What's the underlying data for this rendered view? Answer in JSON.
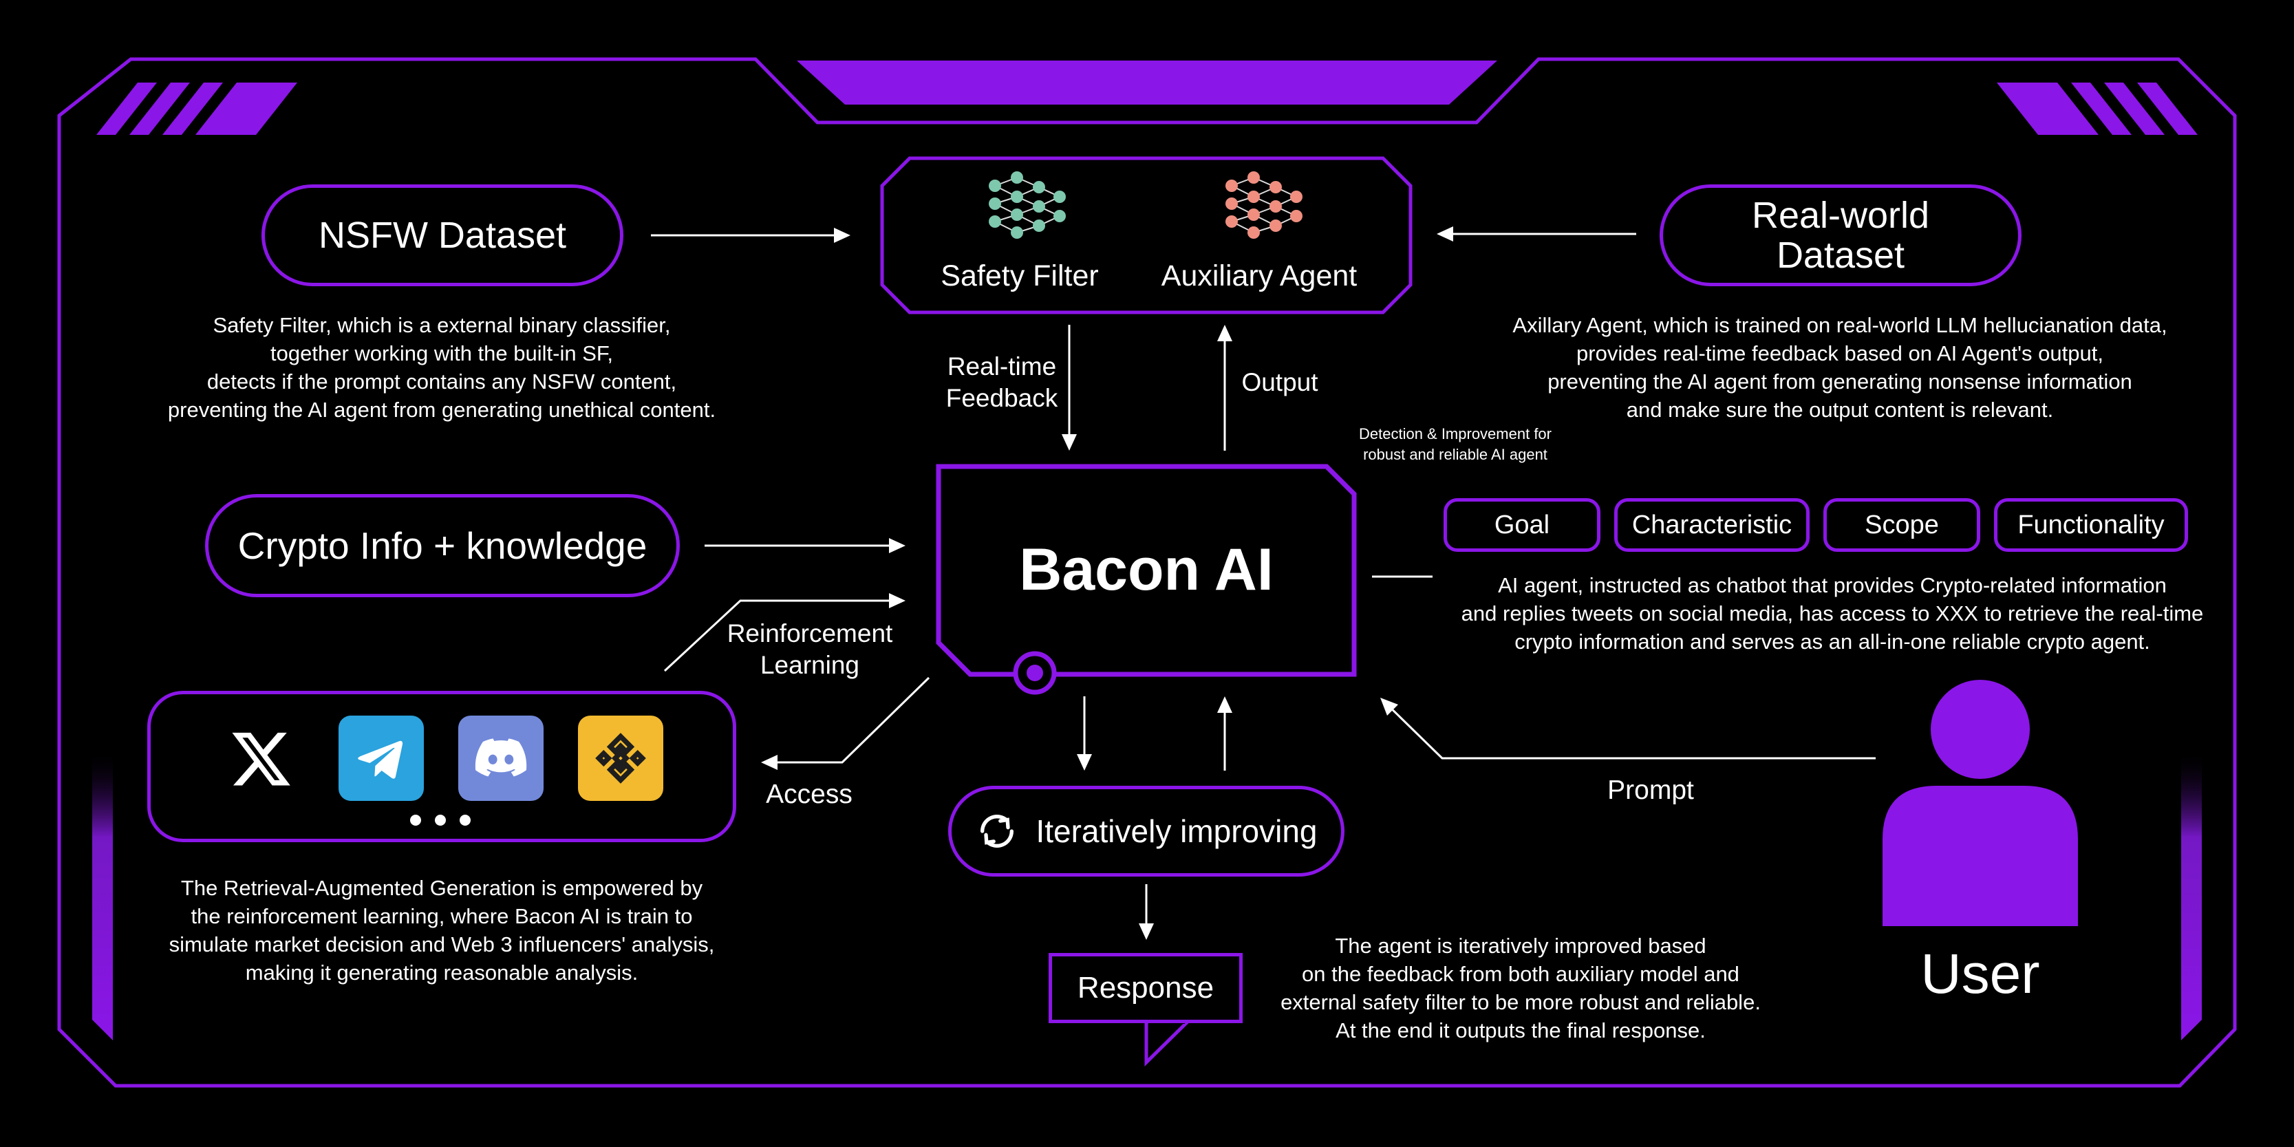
{
  "title": "Bacon AI",
  "nsfw_dataset": "NSFW Dataset",
  "realworld_dataset": [
    "Real-world",
    "Dataset"
  ],
  "safety_filter": "Safety Filter",
  "auxiliary_agent": "Auxiliary Agent",
  "crypto_info": "Crypto Info + knowledge",
  "iteratively_improving": "Iteratively improving",
  "response": "Response",
  "user": "User",
  "labels": {
    "realtime_feedback": [
      "Real-time",
      "Feedback"
    ],
    "output": "Output",
    "detection": [
      "Detection & Improvement for",
      "robust and reliable AI agent"
    ],
    "reinforcement": [
      "Reinforcement",
      "Learning"
    ],
    "access": "Access",
    "prompt": "Prompt"
  },
  "tags": [
    "Goal",
    "Characteristic",
    "Scope",
    "Functionality"
  ],
  "descriptions": {
    "safety": [
      "Safety Filter, which is a external binary classifier,",
      "together working with the built-in SF,",
      "detects if the prompt contains any NSFW content,",
      "preventing the AI agent from generating unethical content."
    ],
    "auxiliary": [
      "Axillary Agent, which is trained on real-world LLM hellucianation data,",
      "provides real-time feedback based on AI Agent's output,",
      "preventing the AI agent from generating nonsense information",
      "and make sure the output content is relevant."
    ],
    "agent": [
      "AI agent, instructed as chatbot that provides Crypto-related information",
      "and replies tweets on social media, has access to XXX to retrieve the real-time",
      "crypto information and serves as an all-in-one reliable crypto agent."
    ],
    "rag": [
      "The Retrieval-Augmented Generation is empowered by",
      "the reinforcement learning, where Bacon AI is train to",
      "simulate market decision and Web 3 influencers' analysis,",
      "making it generating reasonable analysis."
    ],
    "iterative": [
      "The agent is iteratively improved based",
      "on the feedback from both auxiliary model and",
      "external safety filter to be more robust and reliable.",
      "At the end it outputs the final response."
    ]
  },
  "apps": [
    {
      "name": "x-icon",
      "color": "#000000"
    },
    {
      "name": "telegram-icon",
      "color": "#2AA3DE"
    },
    {
      "name": "discord-icon",
      "color": "#7289DA"
    },
    {
      "name": "binance-icon",
      "color": "#F3BA2F"
    }
  ],
  "colors": {
    "accent": "#8B16E8",
    "background": "#000000"
  }
}
